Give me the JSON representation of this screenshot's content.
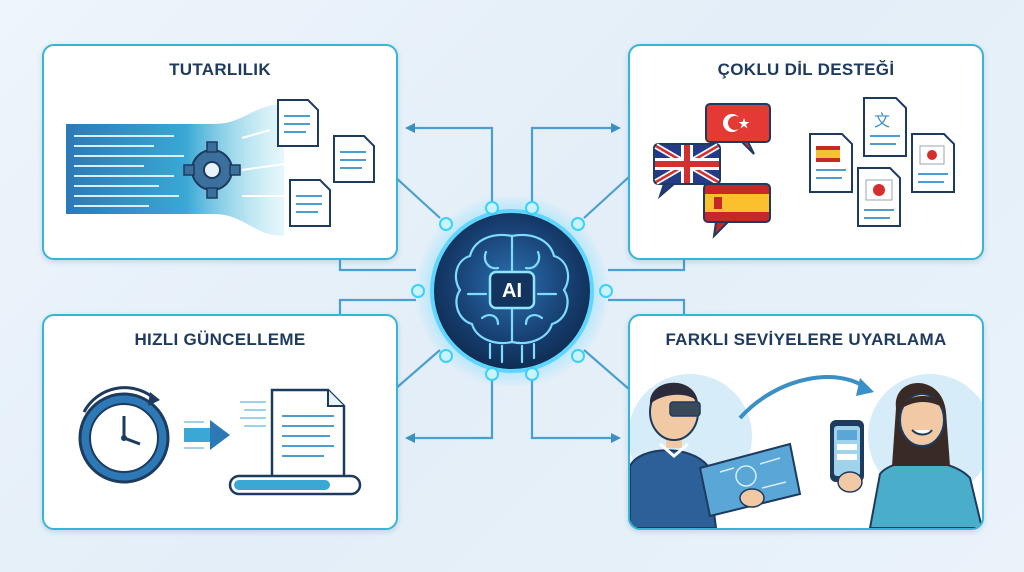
{
  "panels": {
    "consistency": {
      "title": "TUTARLILIK"
    },
    "multilingual": {
      "title": "ÇOKLU DİL DESTEĞİ"
    },
    "fast_update": {
      "title": "HIZLI GÜNCELLEME"
    },
    "level_adapt": {
      "title": "FARKLI SEVİYELERE UYARLAMA"
    }
  },
  "hub": {
    "label": "AI",
    "icon": "brain-circuit-icon"
  },
  "colors": {
    "accent": "#37b6d3",
    "navy": "#1d3a5f",
    "hub_glow": "#3ad1ff",
    "hub_core": "#163d6e"
  },
  "icons": [
    "gear-icon",
    "document-icon",
    "uk-flag-icon",
    "turkey-flag-icon",
    "spain-flag-icon",
    "japan-flag-icon",
    "translate-icon",
    "clock-icon",
    "arrow-right-icon",
    "progress-bar-icon",
    "tablet-icon",
    "smartphone-icon"
  ]
}
